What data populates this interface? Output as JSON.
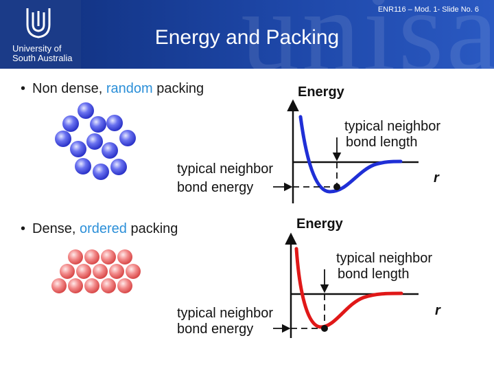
{
  "header": {
    "slide_number": "ENR116 – Mod. 1- Slide No. 6",
    "title": "Energy and Packing",
    "university_line1": "University of",
    "university_line2": "South Australia",
    "watermark": "unisa",
    "band_color": "#1d46a6"
  },
  "bullets": [
    {
      "before": "Non dense, ",
      "accent": "random",
      "after": " packing"
    },
    {
      "before": "Dense, ",
      "accent": "ordered",
      "after": " packing"
    }
  ],
  "graphs": [
    {
      "energy_label": "Energy",
      "r_label": "r",
      "length_label_line1": "typical neighbor",
      "length_label_line2": "bond length",
      "energy_label_line1": "typical neighbor",
      "energy_label_line2": "bond energy",
      "curve_color": "#1f2fd6"
    },
    {
      "energy_label": "Energy",
      "r_label": "r",
      "length_label_line1": "typical neighbor",
      "length_label_line2": "bond length",
      "energy_label_line1": "typical neighbor",
      "energy_label_line2": "bond energy",
      "curve_color": "#e01818"
    }
  ],
  "colors": {
    "accent": "#2b8fd8",
    "blue_atom": "#4a55e8",
    "red_atom": "#f07070"
  }
}
